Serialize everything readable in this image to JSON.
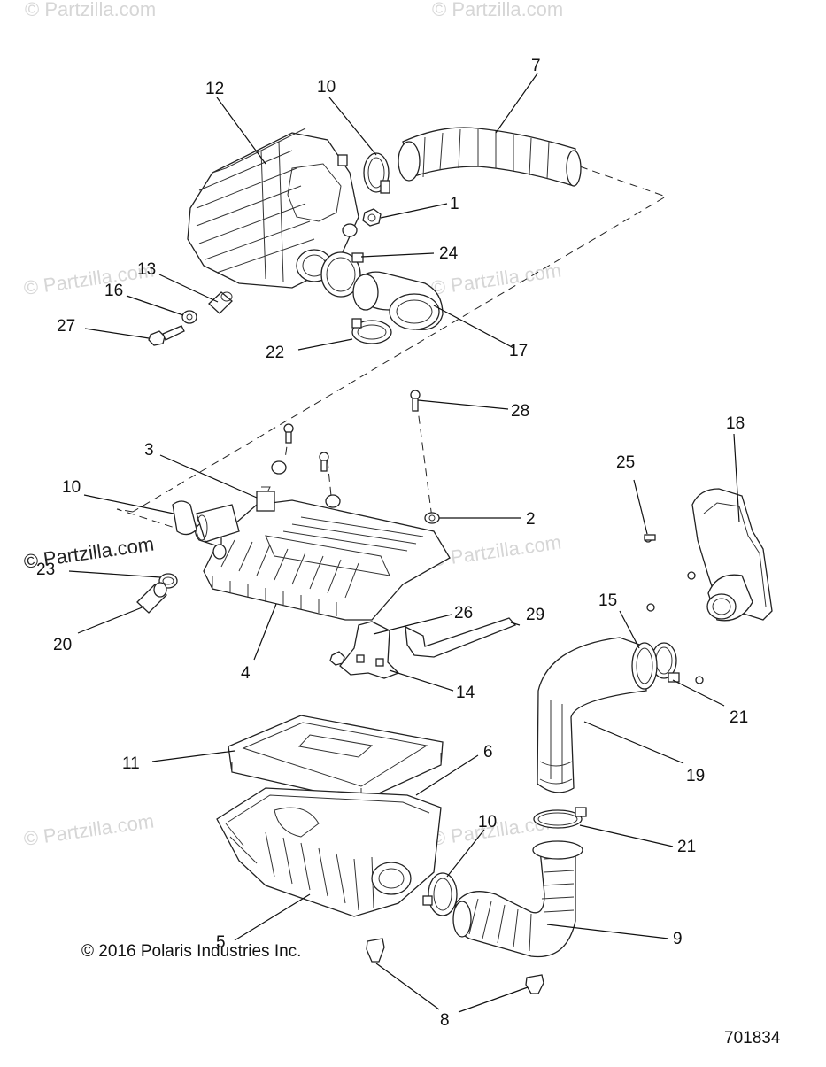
{
  "copyright": "© 2016 Polaris Industries Inc.",
  "diagram_id": "701834",
  "watermark": "© Partzilla.com",
  "callouts": [
    {
      "id": "c1",
      "text": "1"
    },
    {
      "id": "c2",
      "text": "2"
    },
    {
      "id": "c3",
      "text": "3"
    },
    {
      "id": "c4",
      "text": "4"
    },
    {
      "id": "c5",
      "text": "5"
    },
    {
      "id": "c6",
      "text": "6"
    },
    {
      "id": "c7",
      "text": "7"
    },
    {
      "id": "c8",
      "text": "8"
    },
    {
      "id": "c9",
      "text": "9"
    },
    {
      "id": "c10a",
      "text": "10"
    },
    {
      "id": "c10b",
      "text": "10"
    },
    {
      "id": "c10c",
      "text": "10"
    },
    {
      "id": "c11",
      "text": "11"
    },
    {
      "id": "c12",
      "text": "12"
    },
    {
      "id": "c13",
      "text": "13"
    },
    {
      "id": "c14",
      "text": "14"
    },
    {
      "id": "c15",
      "text": "15"
    },
    {
      "id": "c16",
      "text": "16"
    },
    {
      "id": "c17",
      "text": "17"
    },
    {
      "id": "c18",
      "text": "18"
    },
    {
      "id": "c19",
      "text": "19"
    },
    {
      "id": "c20",
      "text": "20"
    },
    {
      "id": "c21a",
      "text": "21"
    },
    {
      "id": "c21b",
      "text": "21"
    },
    {
      "id": "c22",
      "text": "22"
    },
    {
      "id": "c23",
      "text": "23"
    },
    {
      "id": "c24",
      "text": "24"
    },
    {
      "id": "c25",
      "text": "25"
    },
    {
      "id": "c26",
      "text": "26"
    },
    {
      "id": "c27",
      "text": "27"
    },
    {
      "id": "c28",
      "text": "28"
    },
    {
      "id": "c29",
      "text": "29"
    }
  ]
}
